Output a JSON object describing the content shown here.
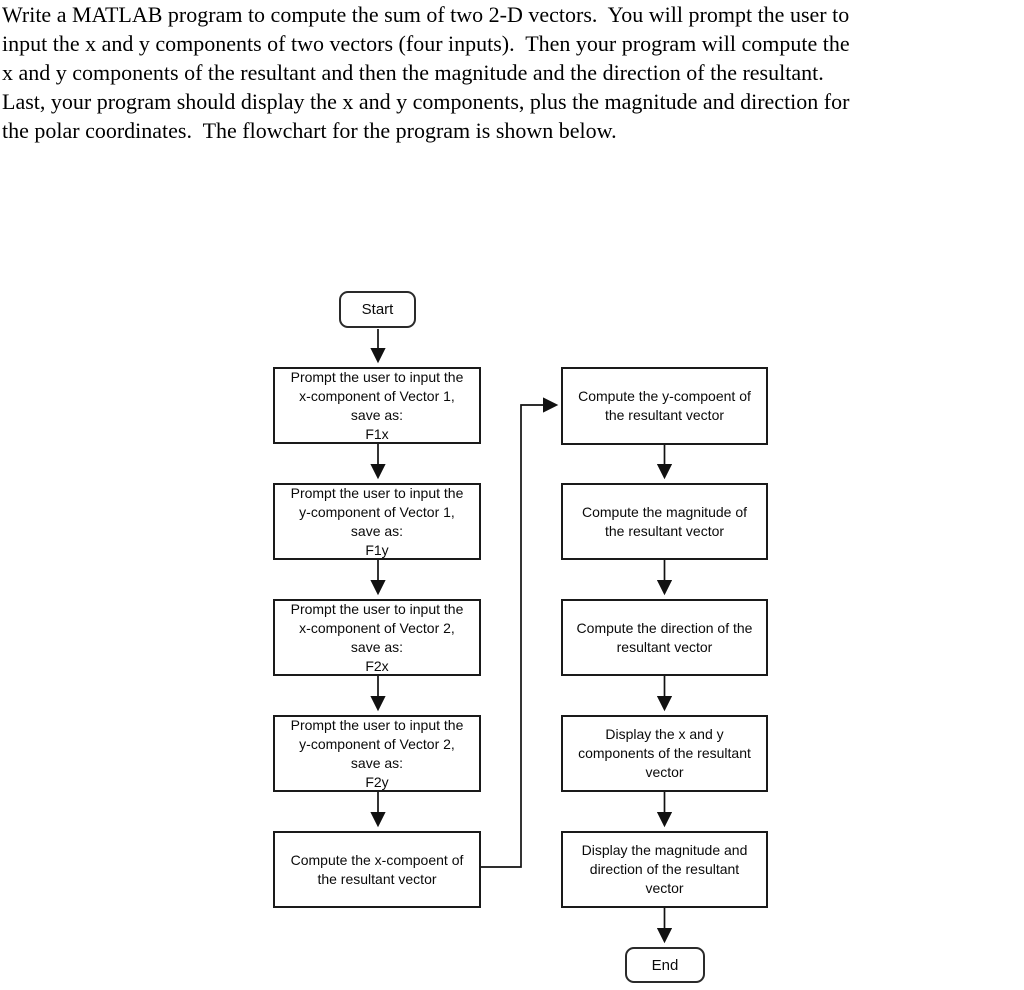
{
  "intro": {
    "lines": [
      "Write a MATLAB program to compute the sum of two 2-D vectors.  You will prompt the user to",
      "input the x and y components of two vectors (four inputs).  Then your program will compute the",
      "x and y components of the resultant and then the magnitude and the direction of the resultant.",
      "Last, your program should display the x and y components, plus the magnitude and direction for",
      "the polar coordinates.  The flowchart for the program is shown below."
    ]
  },
  "flowchart": {
    "ink_color": "#111111",
    "background_color": "#ffffff",
    "nodes": {
      "start": "Start",
      "prompt_f1x": "Prompt the user to input the\nx-component of Vector 1,\nsave as:\nF1x",
      "prompt_f1y": "Prompt the user to input the\ny-component of Vector 1,\nsave as:\nF1y",
      "prompt_f2x": "Prompt the user to input the\nx-component of Vector 2,\nsave as:\nF2x",
      "prompt_f2y": "Prompt the user to input the\ny-component of Vector 2,\nsave as:\nF2y",
      "compute_x": "Compute the x-compoent of\nthe resultant vector",
      "compute_y": "Compute the y-compoent of\nthe resultant vector",
      "compute_magnitude": "Compute the magnitude of\nthe resultant vector",
      "compute_direction": "Compute the direction of the\nresultant vector",
      "display_components": "Display the x and y\ncomponents of the resultant\nvector",
      "display_mag_dir": "Display the magnitude and\ndirection of the resultant\nvector",
      "end": "End"
    }
  }
}
